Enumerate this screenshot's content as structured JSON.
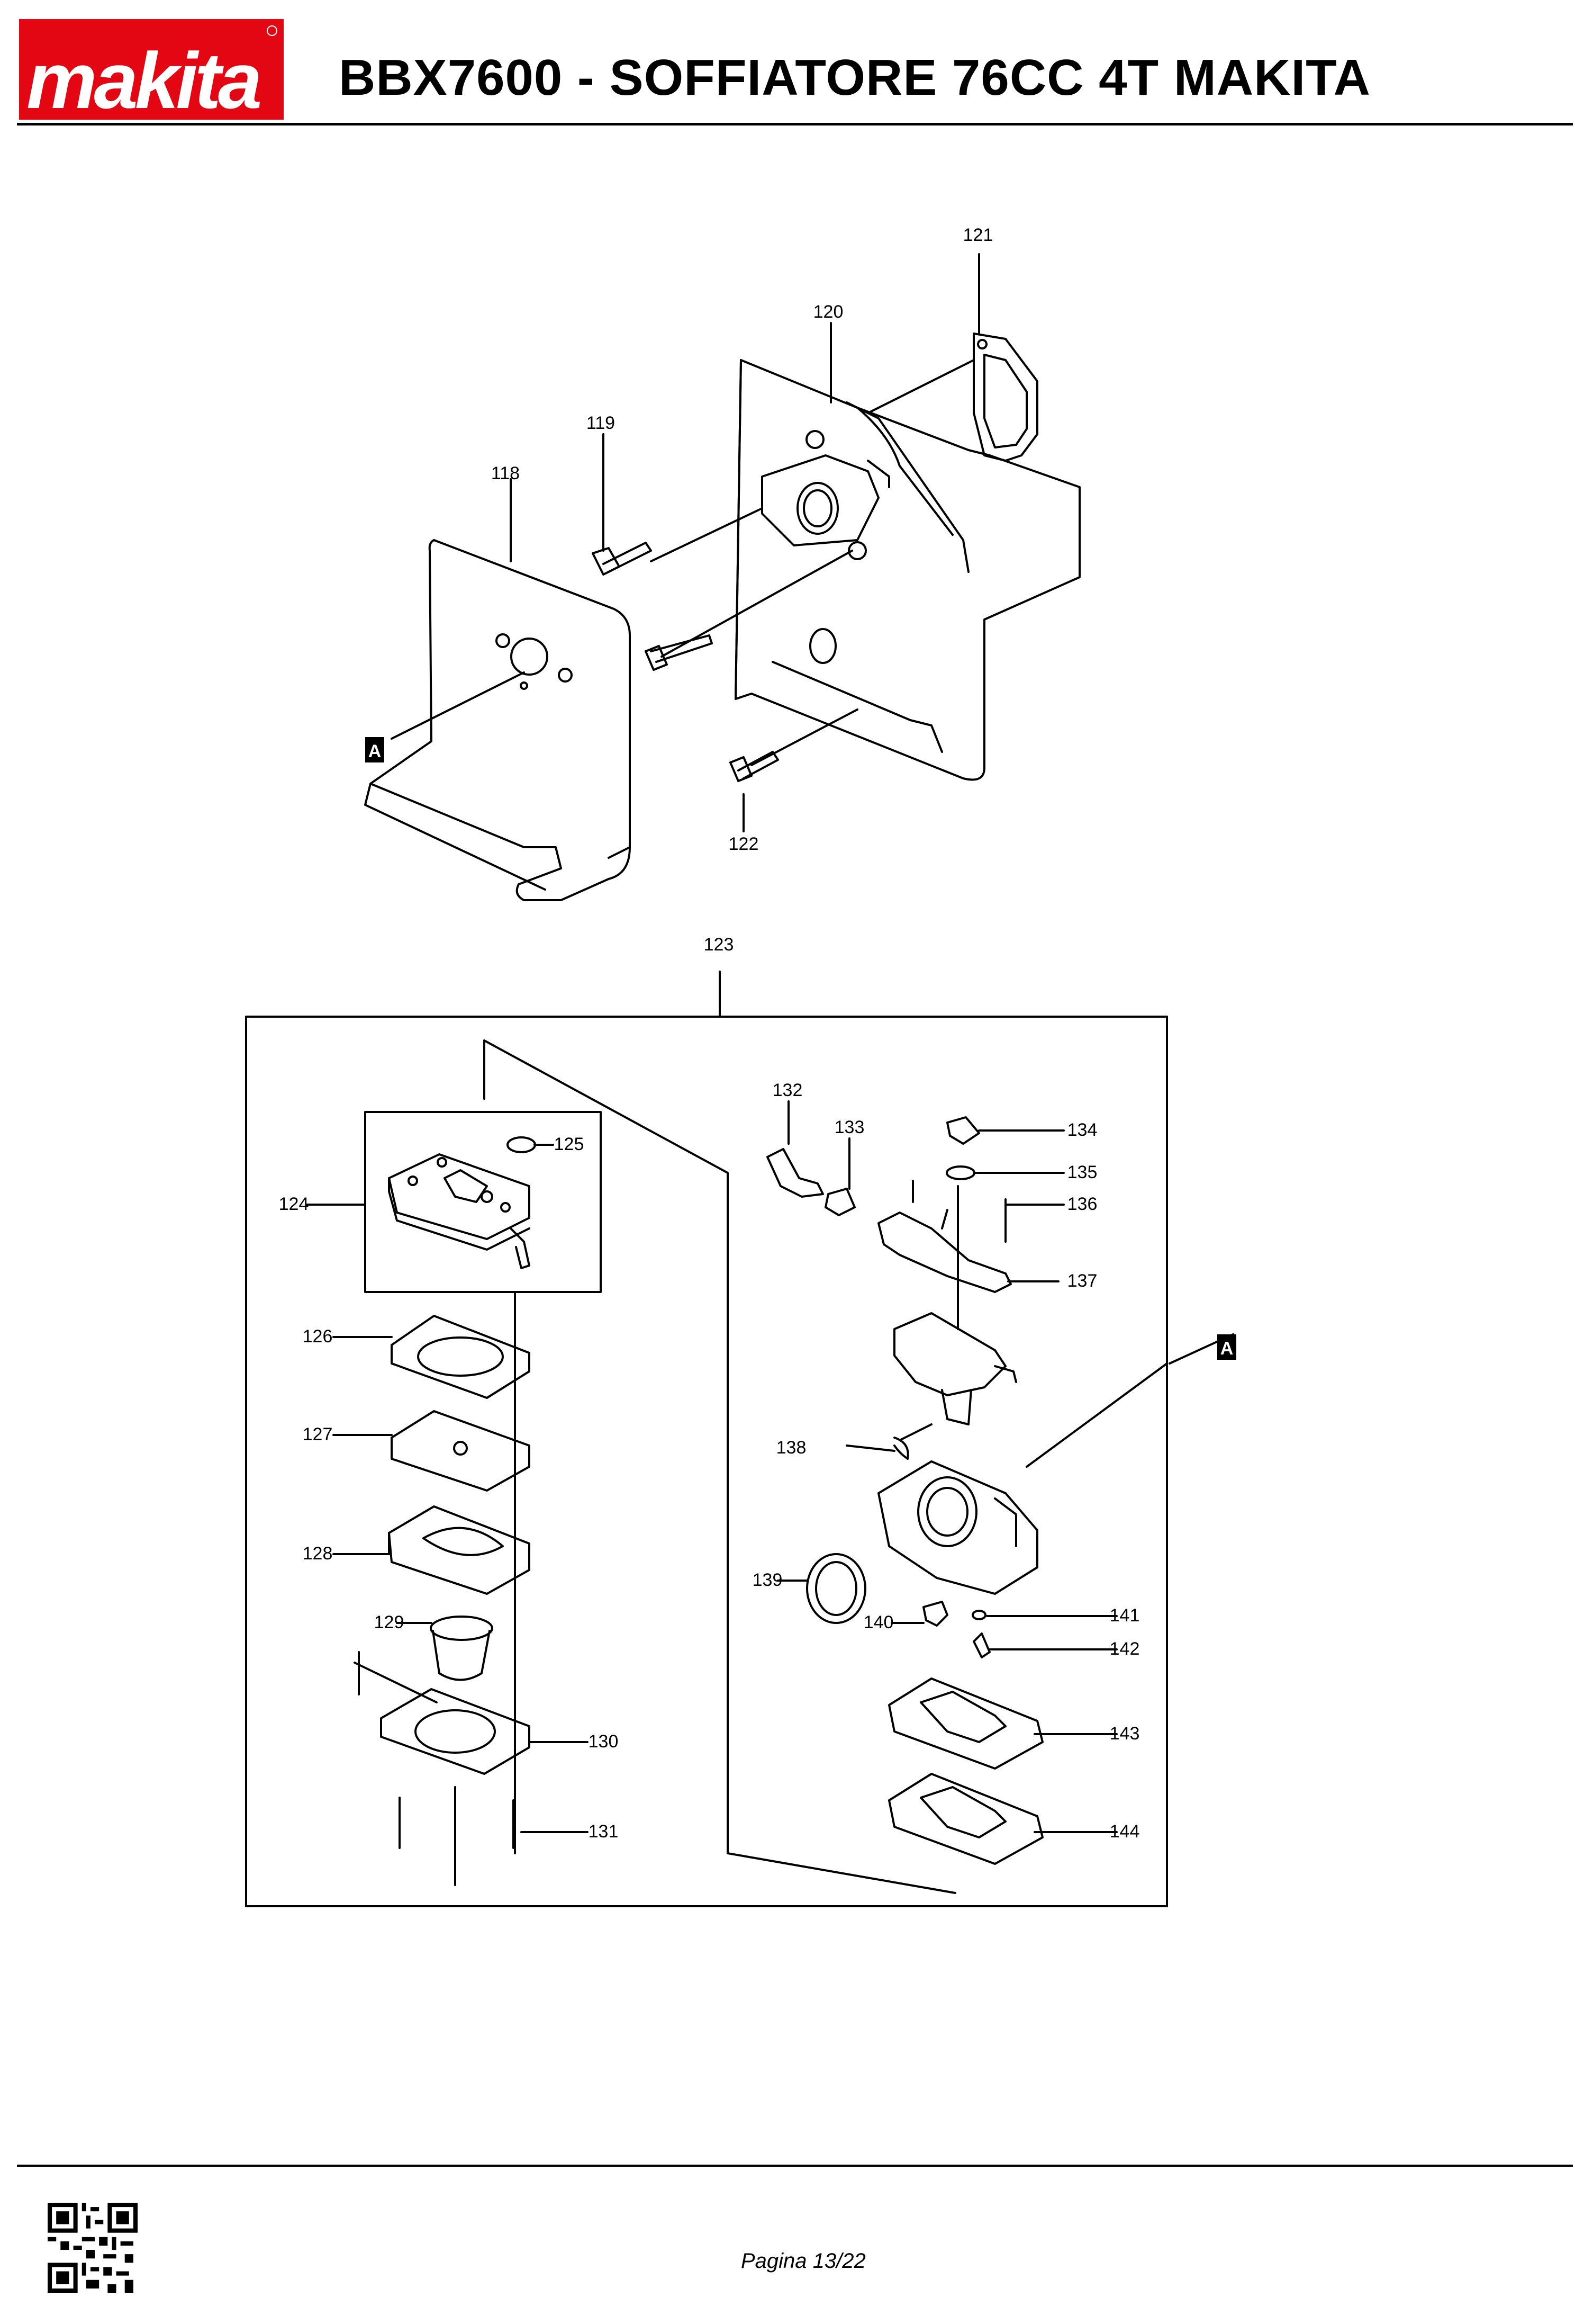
{
  "brand": {
    "name": "makita",
    "red": "#e30613"
  },
  "header": {
    "title": "BBX7600 - SOFFIATORE 76CC 4T MAKITA"
  },
  "diagram": {
    "part_labels": [
      "118",
      "119",
      "120",
      "121",
      "122",
      "123",
      "124",
      "125",
      "126",
      "127",
      "128",
      "129",
      "130",
      "131",
      "132",
      "133",
      "134",
      "135",
      "136",
      "137",
      "138",
      "139",
      "140",
      "141",
      "142",
      "143",
      "144"
    ],
    "reference_marker": "A"
  },
  "footer": {
    "page": "Pagina 13/22",
    "qr_icon": "qr-code-icon"
  }
}
